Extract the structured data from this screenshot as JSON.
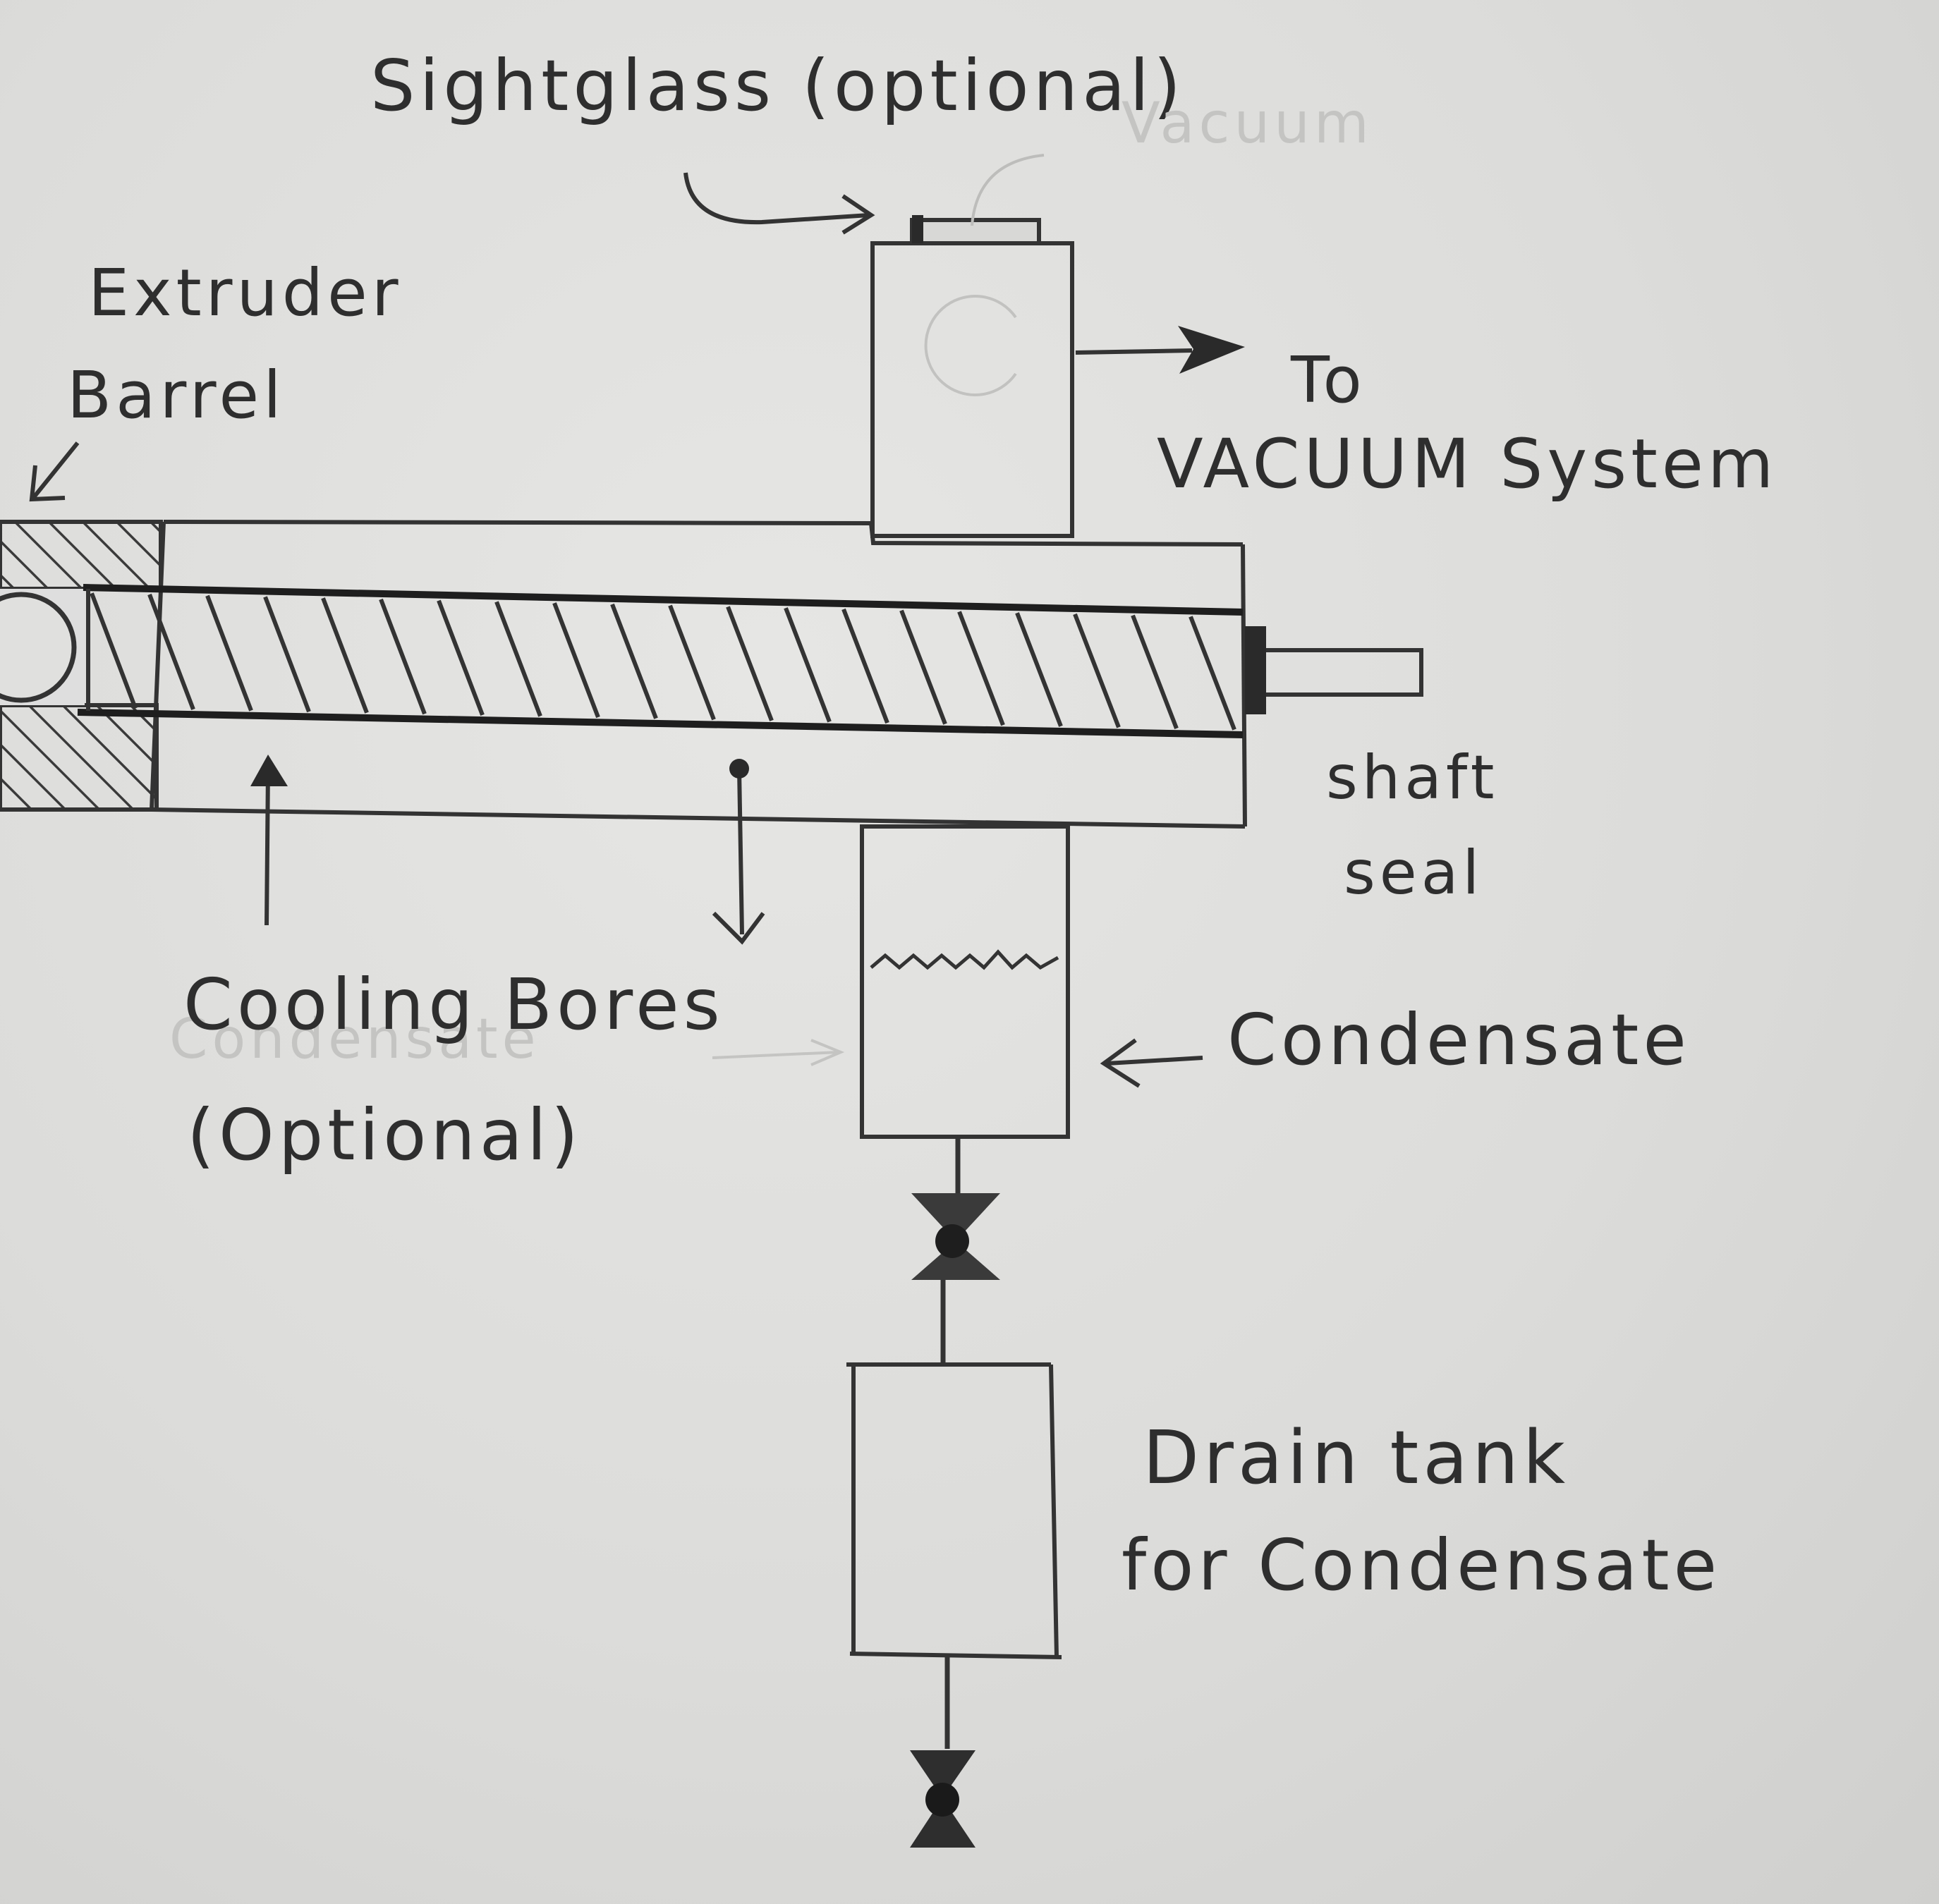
{
  "labels": {
    "sightglass": "Sightglass (optional)",
    "vacuum_faint": "Vacuum",
    "extruder": "Extruder",
    "barrel": "Barrel",
    "to": "To",
    "vacuum_system": "VACUUM System",
    "shaft": "shaft",
    "seal": "seal",
    "cooling_bores": "Cooling Bores",
    "condensate_faint": "Condensate",
    "optional": "(Optional)",
    "condensate": "Condensate",
    "drain_tank": "Drain tank",
    "for_condensate": "for Condensate"
  },
  "colors": {
    "paper": "#dcdcda",
    "ink": "#2e2e2e",
    "faint_ink": "#c4c4c2"
  }
}
